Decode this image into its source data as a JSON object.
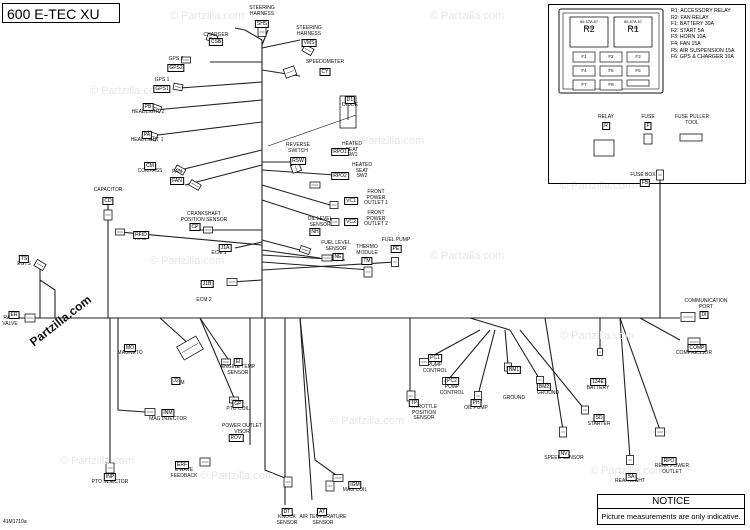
{
  "title": "600 E-TEC XU",
  "watermark": "© Partzilla.com",
  "brand": "Partzilla.com",
  "doc_number": "41M1710a",
  "notice": {
    "title": "NOTICE",
    "text": "Picture measurements are only indicative."
  },
  "fuse_box": {
    "relay_labels": [
      {
        "pins": "85  87A  87\n30        86",
        "name": "R2"
      },
      {
        "pins": "85  87A  87\n30        86",
        "name": "R1"
      }
    ],
    "fuses": [
      "F1",
      "F2",
      "F3",
      "F4",
      "F5",
      "F6",
      "F7",
      "F8"
    ],
    "legend": [
      "R1: ACCESSORY RELAY",
      "R2: FAN RELAY",
      "F1: BATTERY 30A",
      "F2: START 5A",
      "F3: HORN 10A",
      "F4: FAN 15A",
      "F5: AIR SUSPENSION 15A",
      "F6: GPS & CHARGER 10A"
    ],
    "parts": [
      {
        "name": "RELAY",
        "code": "R"
      },
      {
        "name": "FUSE",
        "code": "F"
      },
      {
        "name": "FUSE PULLER\nTOOL",
        "code": ""
      }
    ]
  },
  "components": [
    {
      "name": "CHARGER",
      "code": "CSB"
    },
    {
      "name": "STEERING\nHARNESS",
      "code": "SHS"
    },
    {
      "name": "STEERING\nHARNESS",
      "code": "VMS"
    },
    {
      "name": "GPS 2",
      "code": "GPS2"
    },
    {
      "name": "SPEEDOMETER",
      "code": "CY"
    },
    {
      "name": "GPS 1",
      "code": "GPS1"
    },
    {
      "name": "HEADLIGHT 2",
      "code": "PB"
    },
    {
      "name": "DIODE",
      "code": "D1"
    },
    {
      "name": "HEADLIGHT 1",
      "code": "PA"
    },
    {
      "name": "REVERSE\nSWITCH",
      "code": "RSW"
    },
    {
      "name": "HEATED\nSEAT\nSW1",
      "code": "RPO1"
    },
    {
      "name": "COMPASS",
      "code": "CM"
    },
    {
      "name": "HEATED\nSEAT\nSW2",
      "code": "RPO2"
    },
    {
      "name": "FAN",
      "code": "FAN"
    },
    {
      "name": "FUSE BOX",
      "code": "FB"
    },
    {
      "name": "FRONT\nPOWER\nOUTLET 1",
      "code": "VC1"
    },
    {
      "name": "CAPACITOR",
      "code": "CD"
    },
    {
      "name": "FRONT\nPOWER\nOUTLET 2",
      "code": "VC2"
    },
    {
      "name": "CRANKSHAFT\nPOSITION SENSOR",
      "code": "CP"
    },
    {
      "name": "OIL LEVEL\nSENSOR",
      "code": "NH"
    },
    {
      "name": "RFID",
      "code": "RFID"
    },
    {
      "name": "ECM 1",
      "code": "J1A"
    },
    {
      "name": "FUEL LEVEL\nSENSOR",
      "code": "NE"
    },
    {
      "name": "FUEL PUMP",
      "code": "PE"
    },
    {
      "name": "THERMO\nMODULE",
      "code": "TM"
    },
    {
      "name": "EGTS",
      "code": "TS"
    },
    {
      "name": "ECM 2",
      "code": "J1B"
    },
    {
      "name": "RAVE\nVALVE",
      "code": "ER"
    },
    {
      "name": "COMMUNICATION\nPORT",
      "code": "DI"
    },
    {
      "name": "MAGNETO",
      "code": "MO"
    },
    {
      "name": "COMPRESSOR",
      "code": "COMP"
    },
    {
      "name": "ENGINE TEMP\nSENSOR",
      "code": "EI"
    },
    {
      "name": "ECM",
      "code": "J2"
    },
    {
      "name": "PUMP\nCONTROL",
      "code": "PC1"
    },
    {
      "name": "PUMP\nCONTROL",
      "code": "PC2"
    },
    {
      "name": "BATTERY",
      "code": "134E"
    },
    {
      "name": "GROUND",
      "code": "BM1"
    },
    {
      "name": "GROUND",
      "code": "BM2"
    },
    {
      "name": "PTO COIL",
      "code": "GP"
    },
    {
      "name": "OIL PUMP",
      "code": "PH"
    },
    {
      "name": "THROTTLE\nPOSITION\nSENSOR",
      "code": "TP"
    },
    {
      "name": "MAG INJECTOR",
      "code": "INM"
    },
    {
      "name": "STARTER",
      "code": "SD"
    },
    {
      "name": "POWER OUTLET\nVISOR",
      "code": "POV"
    },
    {
      "name": "SPEED SENSOR",
      "code": "NV"
    },
    {
      "name": "E-RAVE\nFEEDBACK",
      "code": "ERF"
    },
    {
      "name": "MAG COIL",
      "code": "IGM"
    },
    {
      "name": "REAR POWER\nOUTLET",
      "code": "RPO"
    },
    {
      "name": "PTO INJECTOR",
      "code": "INP"
    },
    {
      "name": "REAR LIGHT",
      "code": "SA"
    },
    {
      "name": "KNOCK\nSENSOR",
      "code": "DT"
    },
    {
      "name": "AIR TEMPERATURE\nSENSOR",
      "code": "AT"
    }
  ]
}
